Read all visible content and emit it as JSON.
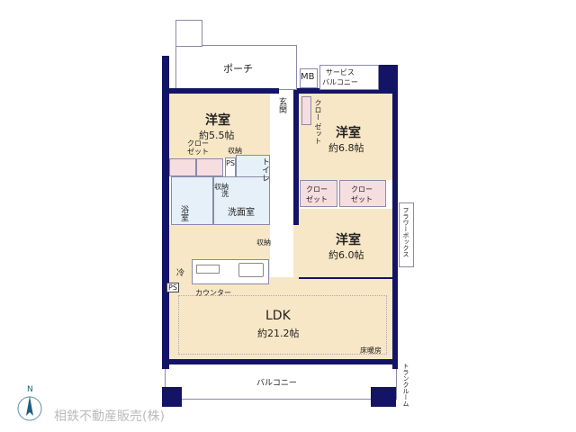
{
  "rooms": {
    "porch": "ポーチ",
    "mb": "MB",
    "service_balcony": "サービス\nバルコニー",
    "entrance": "玄関",
    "western_1": {
      "name": "洋室",
      "size": "約5.5帖"
    },
    "western_2": {
      "name": "洋室",
      "size": "約6.8帖"
    },
    "western_3": {
      "name": "洋室",
      "size": "約6.0帖"
    },
    "closet": "クロー\nゼット",
    "storage": "収納",
    "ps": "PS",
    "toilet": "トイレ",
    "laundry": "洗",
    "bath": "浴室",
    "washroom": "洗面室",
    "fridge": "冷",
    "counter": "カウンター",
    "ldk": {
      "name": "LDK",
      "size": "約21.2帖"
    },
    "floor_heating": "床暖房",
    "flower_box": "フラワーボックス",
    "balcony": "バルコニー",
    "trunk_room": "トランクルーム"
  },
  "watermark": "相鉄不動産販売(株)",
  "compass": "N",
  "colors": {
    "wall": "#141466",
    "room": "#f8e7c6",
    "closet": "#f6dde0",
    "wet": "#e6f0f8"
  }
}
